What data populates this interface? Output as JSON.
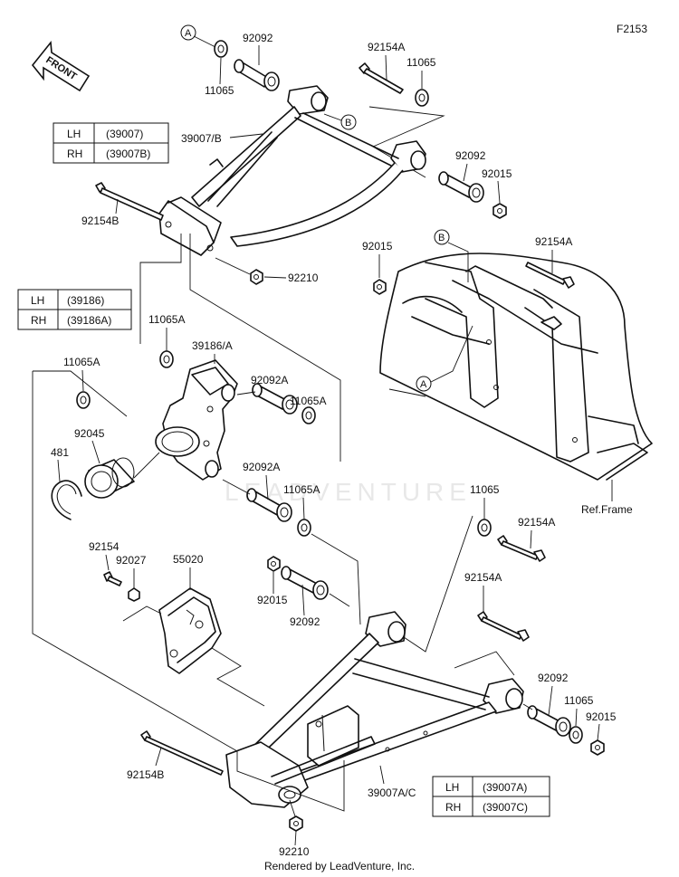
{
  "figure_code": "F2153",
  "front_label": "FRONT",
  "watermark": "LEADVENTURE",
  "footer": "Rendered by LeadVenture, Inc.",
  "ref_frame": "Ref.Frame",
  "callouts": {
    "a": "A",
    "b": "B"
  },
  "tables": {
    "upper_arm": {
      "lh_label": "LH",
      "lh_part": "(39007)",
      "rh_label": "RH",
      "rh_part": "(39007B)"
    },
    "knuckle": {
      "lh_label": "LH",
      "lh_part": "(39186)",
      "rh_label": "RH",
      "rh_part": "(39186A)"
    },
    "lower_arm": {
      "lh_label": "LH",
      "lh_part": "(39007A)",
      "rh_label": "RH",
      "rh_part": "(39007C)"
    }
  },
  "labels": {
    "l_92092_top": "92092",
    "l_11065_top": "11065",
    "l_92154a_top": "92154A",
    "l_11065_top2": "11065",
    "l_39007b": "39007/B",
    "l_92092_mid": "92092",
    "l_92015_mid": "92015",
    "l_92154b_top": "92154B",
    "l_92210_top": "92210",
    "l_92015_frame": "92015",
    "l_92154a_frame": "92154A",
    "l_11065a_1": "11065A",
    "l_39186a": "39186/A",
    "l_11065a_2": "11065A",
    "l_92092a_1": "92092A",
    "l_11065a_3": "11065A",
    "l_92045": "92045",
    "l_481": "481",
    "l_92092a_2": "92092A",
    "l_11065a_4": "11065A",
    "l_11065_right": "11065",
    "l_92154a_right": "92154A",
    "l_92154": "92154",
    "l_92027": "92027",
    "l_55020": "55020",
    "l_92015_low": "92015",
    "l_92092_low": "92092",
    "l_92154a_low": "92154A",
    "l_92092_lowright": "92092",
    "l_11065_lowright": "11065",
    "l_92015_lowright": "92015",
    "l_92154b_low": "92154B",
    "l_39007ac": "39007A/C",
    "l_92210_low": "92210"
  }
}
